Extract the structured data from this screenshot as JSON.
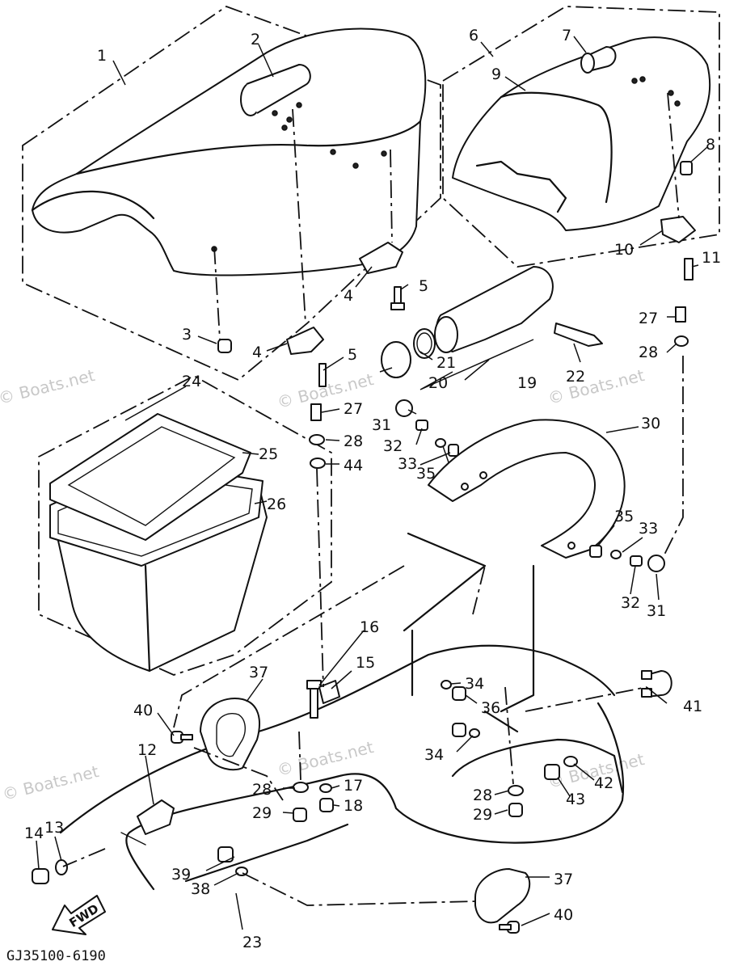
{
  "watermark": "© Boats.net",
  "diagram_code": "GJ35100-6190",
  "fwd_label": "FWD",
  "callouts": {
    "c1": "1",
    "c2": "2",
    "c3": "3",
    "c4a": "4",
    "c4b": "4",
    "c5a": "5",
    "c5b": "5",
    "c6": "6",
    "c7": "7",
    "c8": "8",
    "c9": "9",
    "c10": "10",
    "c11": "11",
    "c12": "12",
    "c13": "13",
    "c14": "14",
    "c15": "15",
    "c16": "16",
    "c17": "17",
    "c18": "18",
    "c19": "19",
    "c20": "20",
    "c21": "21",
    "c22": "22",
    "c23": "23",
    "c24": "24",
    "c25": "25",
    "c26": "26",
    "c27a": "27",
    "c27b": "27",
    "c28a": "28",
    "c28b": "28",
    "c28c": "28",
    "c28d": "28",
    "c29a": "29",
    "c29b": "29",
    "c30": "30",
    "c31a": "31",
    "c31b": "31",
    "c32a": "32",
    "c32b": "32",
    "c33a": "33",
    "c33b": "33",
    "c34a": "34",
    "c34b": "34",
    "c35a": "35",
    "c35b": "35",
    "c36": "36",
    "c37a": "37",
    "c37b": "37",
    "c38": "38",
    "c39": "39",
    "c40a": "40",
    "c40b": "40",
    "c41": "41",
    "c42": "42",
    "c43": "43",
    "c44": "44"
  }
}
